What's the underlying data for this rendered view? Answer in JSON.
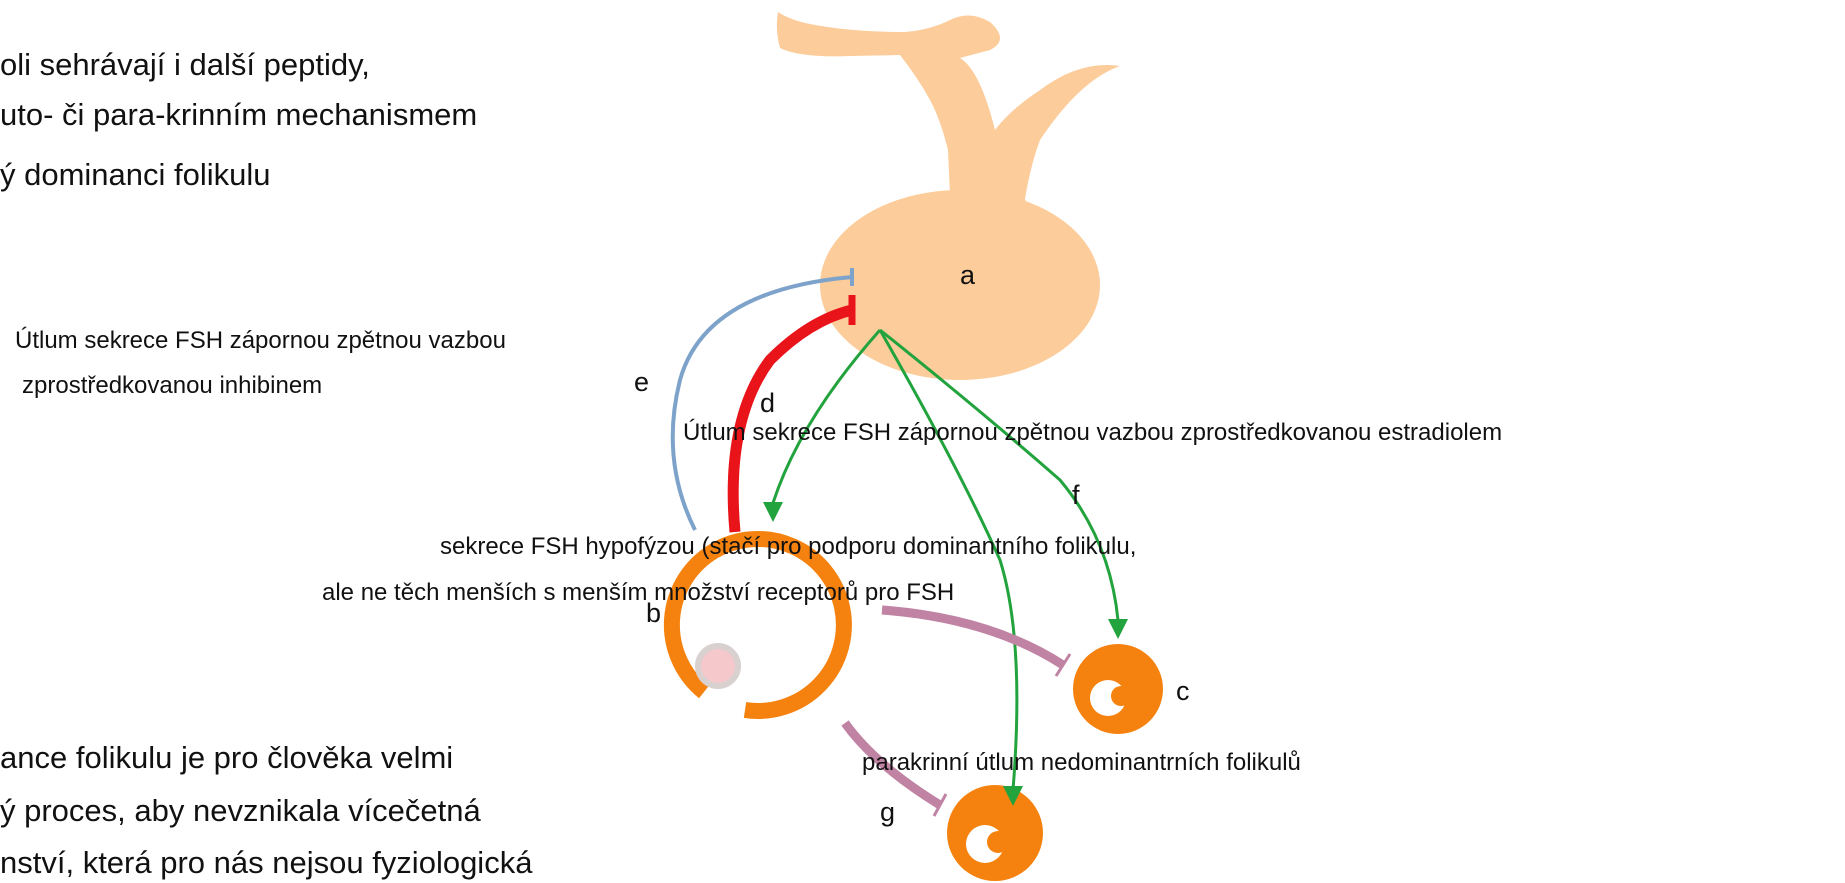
{
  "text_top": [
    "oli sehrávají i další peptidy,",
    "uto- či para-krinním mechanismem",
    "ý dominanci folikulu"
  ],
  "text_bottom": [
    "ance folikulu je pro člověka velmi",
    "ý proces, aby nevznikala vícečetná",
    "nství, která pro nás nejsou fyziologická"
  ],
  "labels": {
    "inhibin_line1": "Útlum sekrece FSH zápornou zpětnou vazbou",
    "inhibin_line2": "zprostředkovanou inhibinem",
    "estradiol": "Útlum sekrece FSH zápornou zpětnou vazbou zprostředkovanou estradiolem",
    "fsh_line1": "sekrece FSH hypofýzou (stačí pro podporu dominantního folikulu,",
    "fsh_line2": "ale ne těch menších s menším množství receptorů pro FSH",
    "paracrine": "parakrinní útlum nedominantrních folikulů"
  },
  "letters": {
    "a": "a",
    "b": "b",
    "c": "c",
    "d": "d",
    "e": "e",
    "f": "f",
    "g": "g"
  },
  "colors": {
    "pituitary": "#fccc9a",
    "follicle": "#f5820f",
    "oocyte": "#f5c8cc",
    "inhibin_arrow": "#7ea3cb",
    "estradiol_arrow": "#e9131a",
    "fsh_arrow": "#22a33d",
    "paracrine_arrow": "#c083a4"
  }
}
